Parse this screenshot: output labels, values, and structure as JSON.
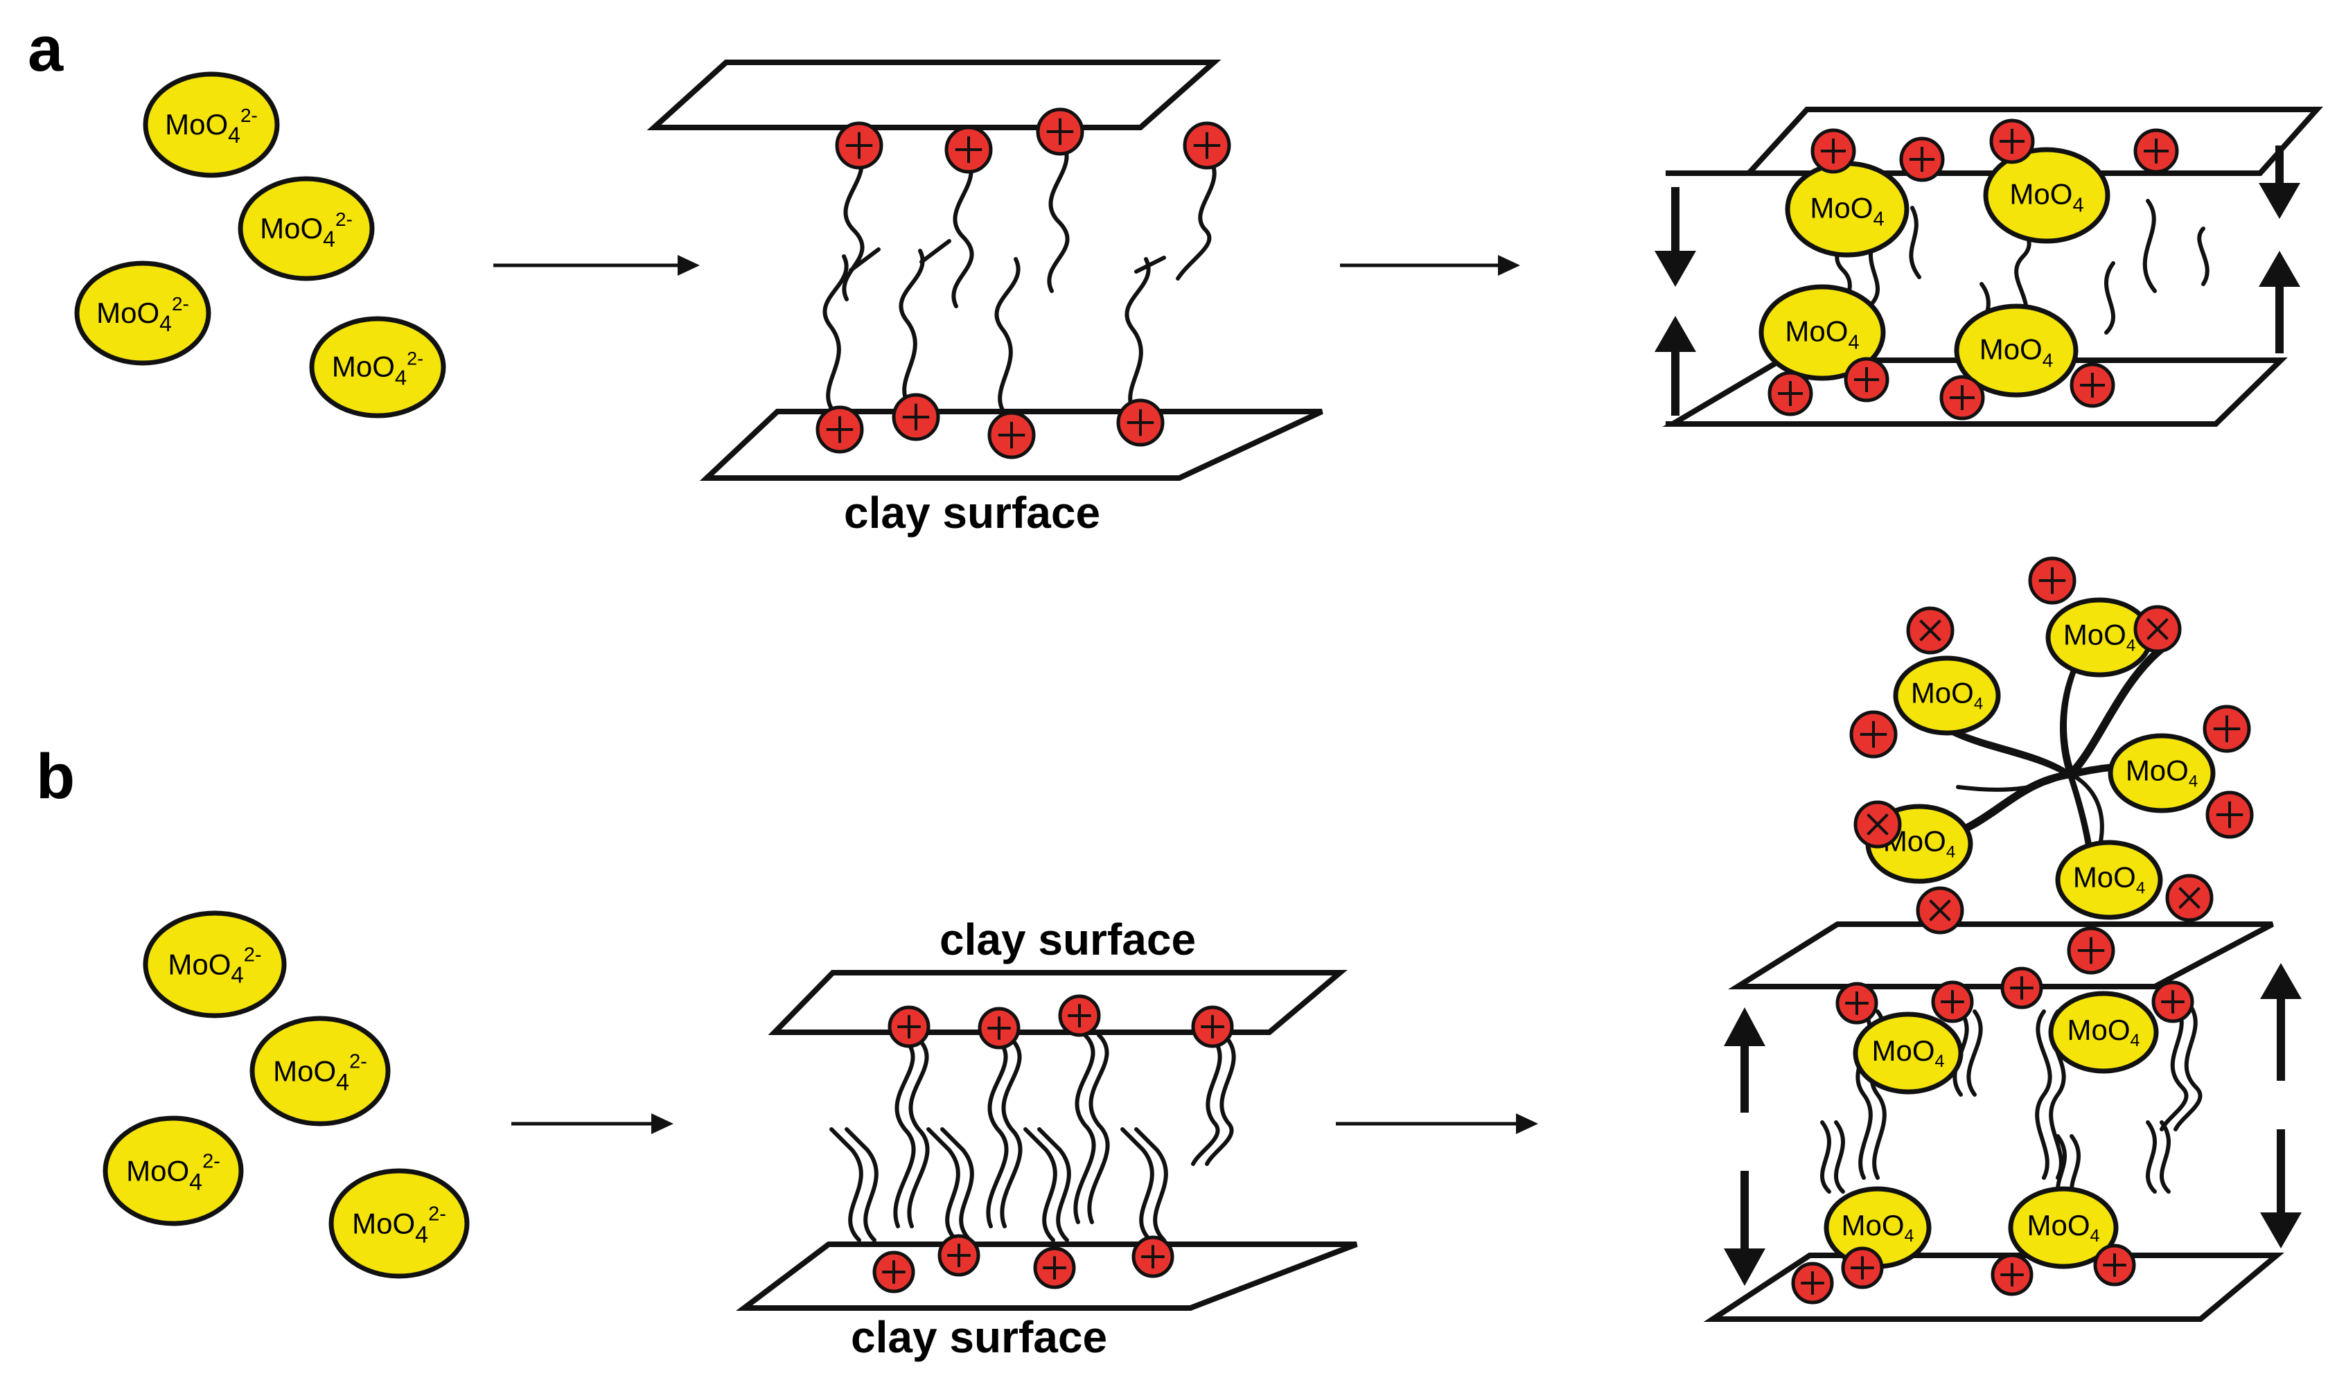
{
  "panels": [
    {
      "id": "a",
      "label": "a"
    },
    {
      "id": "b",
      "label": "b"
    }
  ],
  "ion": {
    "formula": "MoO",
    "subscript": "4",
    "charge": "2-"
  },
  "clay": {
    "label": "clay surface"
  },
  "colors": {
    "ion_fill": "#f5e409",
    "charge_fill": "#e8322e",
    "outline": "#111111"
  },
  "icons": {
    "positive": "plus-circle-icon",
    "negative": "x-circle-icon",
    "arrow": "arrow-right-icon"
  }
}
